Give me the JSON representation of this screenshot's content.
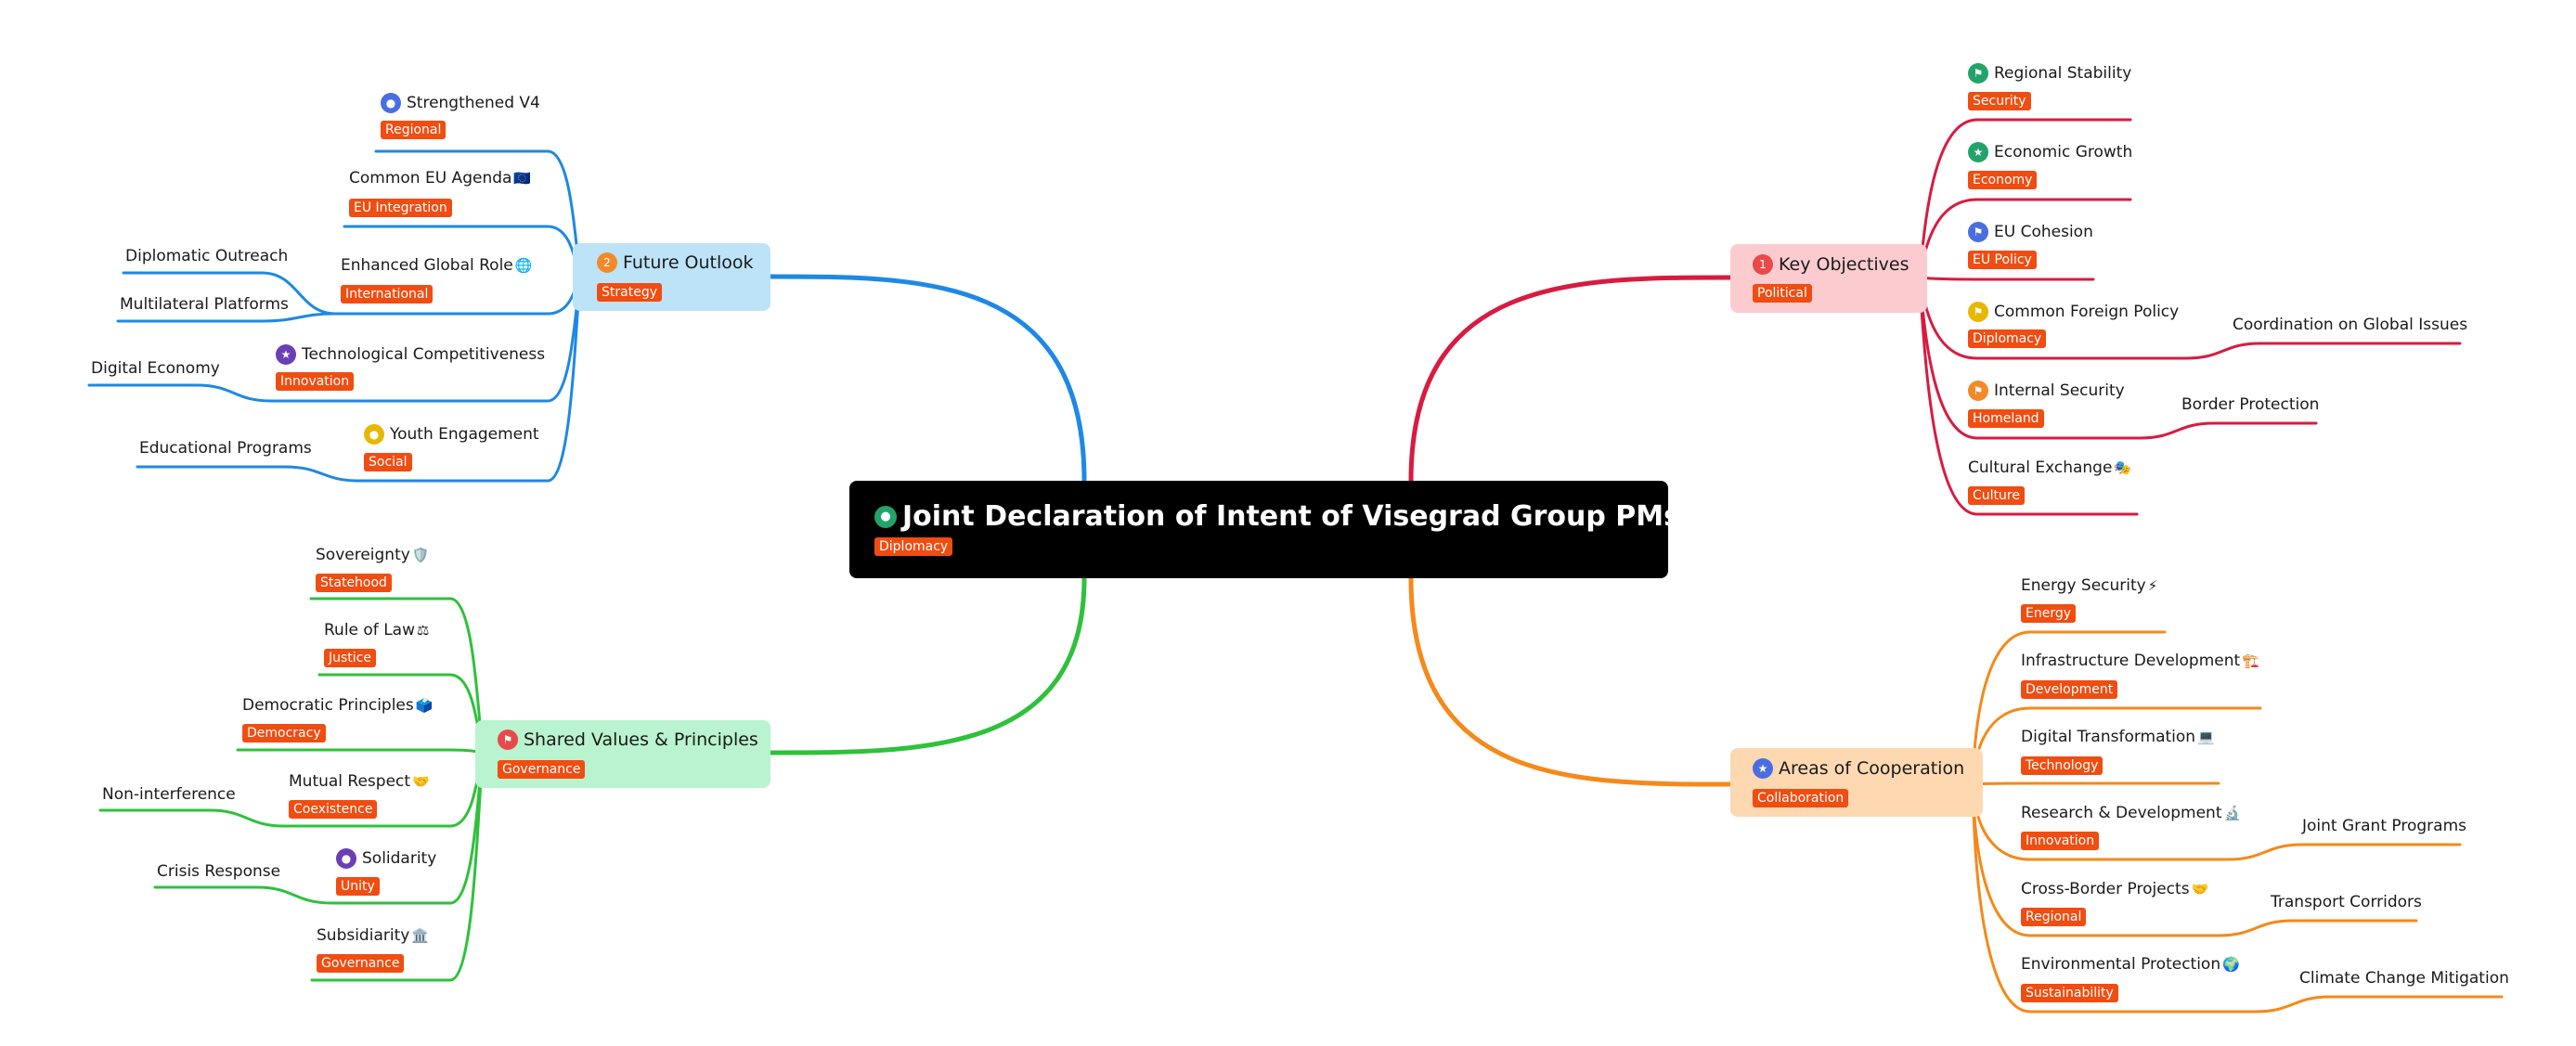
{
  "root": {
    "title": "Joint Declaration of Intent of Visegrad Group PMs",
    "tag": "Diplomacy",
    "icon": "person-icon",
    "icon_color": "#22a36a"
  },
  "branches": {
    "future": {
      "title": "Future Outlook",
      "tag": "Strategy",
      "icon_text": "2",
      "icon_color": "#f28a2a",
      "color": "#1e88e5",
      "bg": "#bde3f8",
      "children": [
        {
          "label": "Strengthened V4",
          "tag": "Regional",
          "icon": "person-icon",
          "icon_color": "#4a6ee0"
        },
        {
          "label": "Common EU Agenda",
          "emoji": "🇪🇺",
          "tag": "EU Integration"
        },
        {
          "label": "Enhanced Global Role",
          "emoji": "🌐",
          "tag": "International",
          "sub": [
            "Diplomatic Outreach",
            "Multilateral Platforms"
          ]
        },
        {
          "label": "Technological Competitiveness",
          "tag": "Innovation",
          "icon": "star-icon",
          "icon_color": "#6a3fb5",
          "sub": [
            "Digital Economy"
          ]
        },
        {
          "label": "Youth Engagement",
          "tag": "Social",
          "icon": "person-icon",
          "icon_color": "#e6b800",
          "sub": [
            "Educational Programs"
          ]
        }
      ]
    },
    "values": {
      "title": "Shared Values & Principles",
      "tag": "Governance",
      "icon": "flag-icon",
      "icon_color": "#e84a4a",
      "color": "#2ec13a",
      "bg": "#b9f3cf",
      "children": [
        {
          "label": "Sovereignty",
          "emoji": "🛡️",
          "tag": "Statehood"
        },
        {
          "label": "Rule of Law",
          "emoji": "⚖",
          "tag": "Justice"
        },
        {
          "label": "Democratic Principles",
          "emoji": "🗳️",
          "tag": "Democracy"
        },
        {
          "label": "Mutual Respect",
          "emoji": "🤝",
          "tag": "Coexistence",
          "sub": [
            "Non-interference"
          ]
        },
        {
          "label": "Solidarity",
          "tag": "Unity",
          "icon": "person-icon",
          "icon_color": "#6a3fb5",
          "sub": [
            "Crisis Response"
          ]
        },
        {
          "label": "Subsidiarity",
          "emoji": "🏛️",
          "tag": "Governance"
        }
      ]
    },
    "objectives": {
      "title": "Key Objectives",
      "tag": "Political",
      "icon_text": "1",
      "icon_color": "#e84a4a",
      "color": "#d81b40",
      "bg": "#fccbcf",
      "children": [
        {
          "label": "Regional Stability",
          "tag": "Security",
          "icon": "flag-icon",
          "icon_color": "#22a36a"
        },
        {
          "label": "Economic Growth",
          "tag": "Economy",
          "icon": "star-icon",
          "icon_color": "#22a36a"
        },
        {
          "label": "EU Cohesion",
          "tag": "EU Policy",
          "icon": "flag-icon",
          "icon_color": "#4a6ee0"
        },
        {
          "label": "Common Foreign Policy",
          "tag": "Diplomacy",
          "icon": "flag-icon",
          "icon_color": "#e6b800",
          "sub": [
            "Coordination on Global Issues"
          ]
        },
        {
          "label": "Internal Security",
          "tag": "Homeland",
          "icon": "flag-icon",
          "icon_color": "#f28a2a",
          "sub": [
            "Border Protection"
          ]
        },
        {
          "label": "Cultural Exchange",
          "emoji": "🎭",
          "tag": "Culture"
        }
      ]
    },
    "cooperation": {
      "title": "Areas of Cooperation",
      "tag": "Collaboration",
      "icon": "star-icon",
      "icon_color": "#4a6ee0",
      "color": "#f5891a",
      "bg": "#fed8b1",
      "children": [
        {
          "label": "Energy Security",
          "emoji": "⚡",
          "tag": "Energy"
        },
        {
          "label": "Infrastructure Development",
          "emoji": "🏗️",
          "tag": "Development"
        },
        {
          "label": "Digital Transformation",
          "emoji": "💻",
          "tag": "Technology"
        },
        {
          "label": "Research & Development",
          "emoji": "🔬",
          "tag": "Innovation",
          "sub": [
            "Joint Grant Programs"
          ]
        },
        {
          "label": "Cross-Border Projects",
          "emoji": "🤝",
          "tag": "Regional",
          "sub": [
            "Transport Corridors"
          ]
        },
        {
          "label": "Environmental Protection",
          "emoji": "🌍",
          "tag": "Sustainability",
          "sub": [
            "Climate Change Mitigation"
          ]
        }
      ]
    }
  }
}
